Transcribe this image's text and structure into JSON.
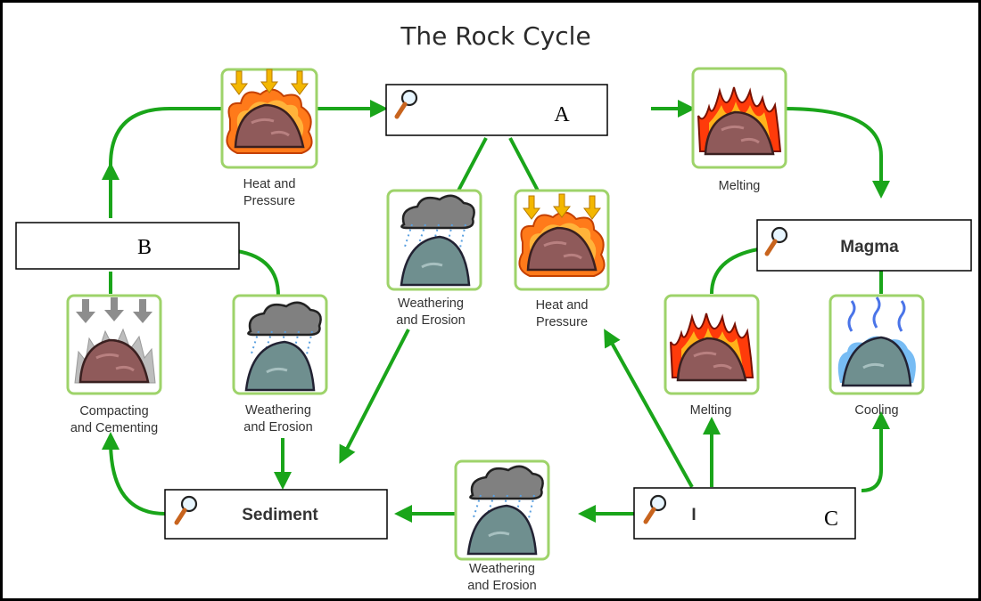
{
  "title": "The Rock Cycle",
  "stages": {
    "a": {
      "name": "",
      "letter": "A"
    },
    "b": {
      "name": "",
      "letter": "B"
    },
    "c": {
      "name": "I",
      "letter": "C"
    },
    "magma": {
      "name": "Magma"
    },
    "sediment": {
      "name": "Sediment"
    }
  },
  "processes": {
    "heat_pressure_top": [
      "Heat and",
      "Pressure"
    ],
    "melting_top": [
      "Melting"
    ],
    "weathering_center": [
      "Weathering",
      "and Erosion"
    ],
    "heat_pressure_center": [
      "Heat and",
      "Pressure"
    ],
    "compacting": [
      "Compacting",
      "and Cementing"
    ],
    "weathering_left": [
      "Weathering",
      "and Erosion"
    ],
    "melting_right": [
      "Melting"
    ],
    "cooling": [
      "Cooling"
    ],
    "weathering_bottom": [
      "Weathering",
      "and Erosion"
    ]
  },
  "colors": {
    "arrow_green": "#1aa51a",
    "tile_border": "#9ed36a",
    "rock": "#8f5a5a",
    "ground_rock": "#6f8f8f"
  },
  "icons": [
    "magnifier-icon",
    "heat-pressure-icon",
    "melting-icon",
    "weathering-icon",
    "compacting-icon",
    "cooling-icon"
  ]
}
